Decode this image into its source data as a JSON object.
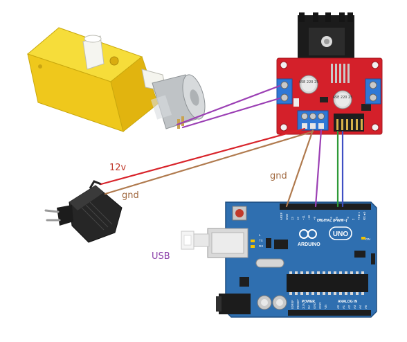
{
  "labels": {
    "v12": "12v",
    "gnd_adapter": "gnd",
    "gnd_arduino": "gnd",
    "usb": "USB"
  },
  "arduino": {
    "logo_text": "ARDUINO",
    "model": "UNO",
    "digital_header": "DIGITAL (PWM~)",
    "power_header": "POWER",
    "analog_header": "ANALOG IN",
    "tx": "TX",
    "rx": "RX",
    "on": "ON",
    "l": "L",
    "digital_pins": [
      "AREF",
      "GND",
      "13",
      "12",
      "~11",
      "~10",
      "~9",
      "8",
      "7",
      "~6",
      "~5",
      "4",
      "~3",
      "2",
      "TX►1",
      "RX◄0"
    ],
    "power_pins": [
      "IOREF",
      "RESET",
      "3.3V",
      "5V",
      "GND",
      "GND",
      "Vin"
    ],
    "analog_pins": [
      "A0",
      "A1",
      "A2",
      "A3",
      "A4",
      "A5"
    ]
  },
  "driver": {
    "cap_label_1": "A5E 220 25",
    "cap_label_2": "A5E 220 25"
  },
  "colors": {
    "wire_red": "#d8232a",
    "wire_brown": "#b07a4e",
    "wire_purple": "#9b3fb4",
    "wire_green": "#2e9a38",
    "wire_blue": "#3f4fc4",
    "board_blue": "#2f6fb0",
    "driver_red": "#d4202a",
    "motor_yellow": "#f2d21a",
    "label_red": "#c0392b",
    "label_brown": "#a0683e",
    "label_purple": "#8a3ea8"
  }
}
